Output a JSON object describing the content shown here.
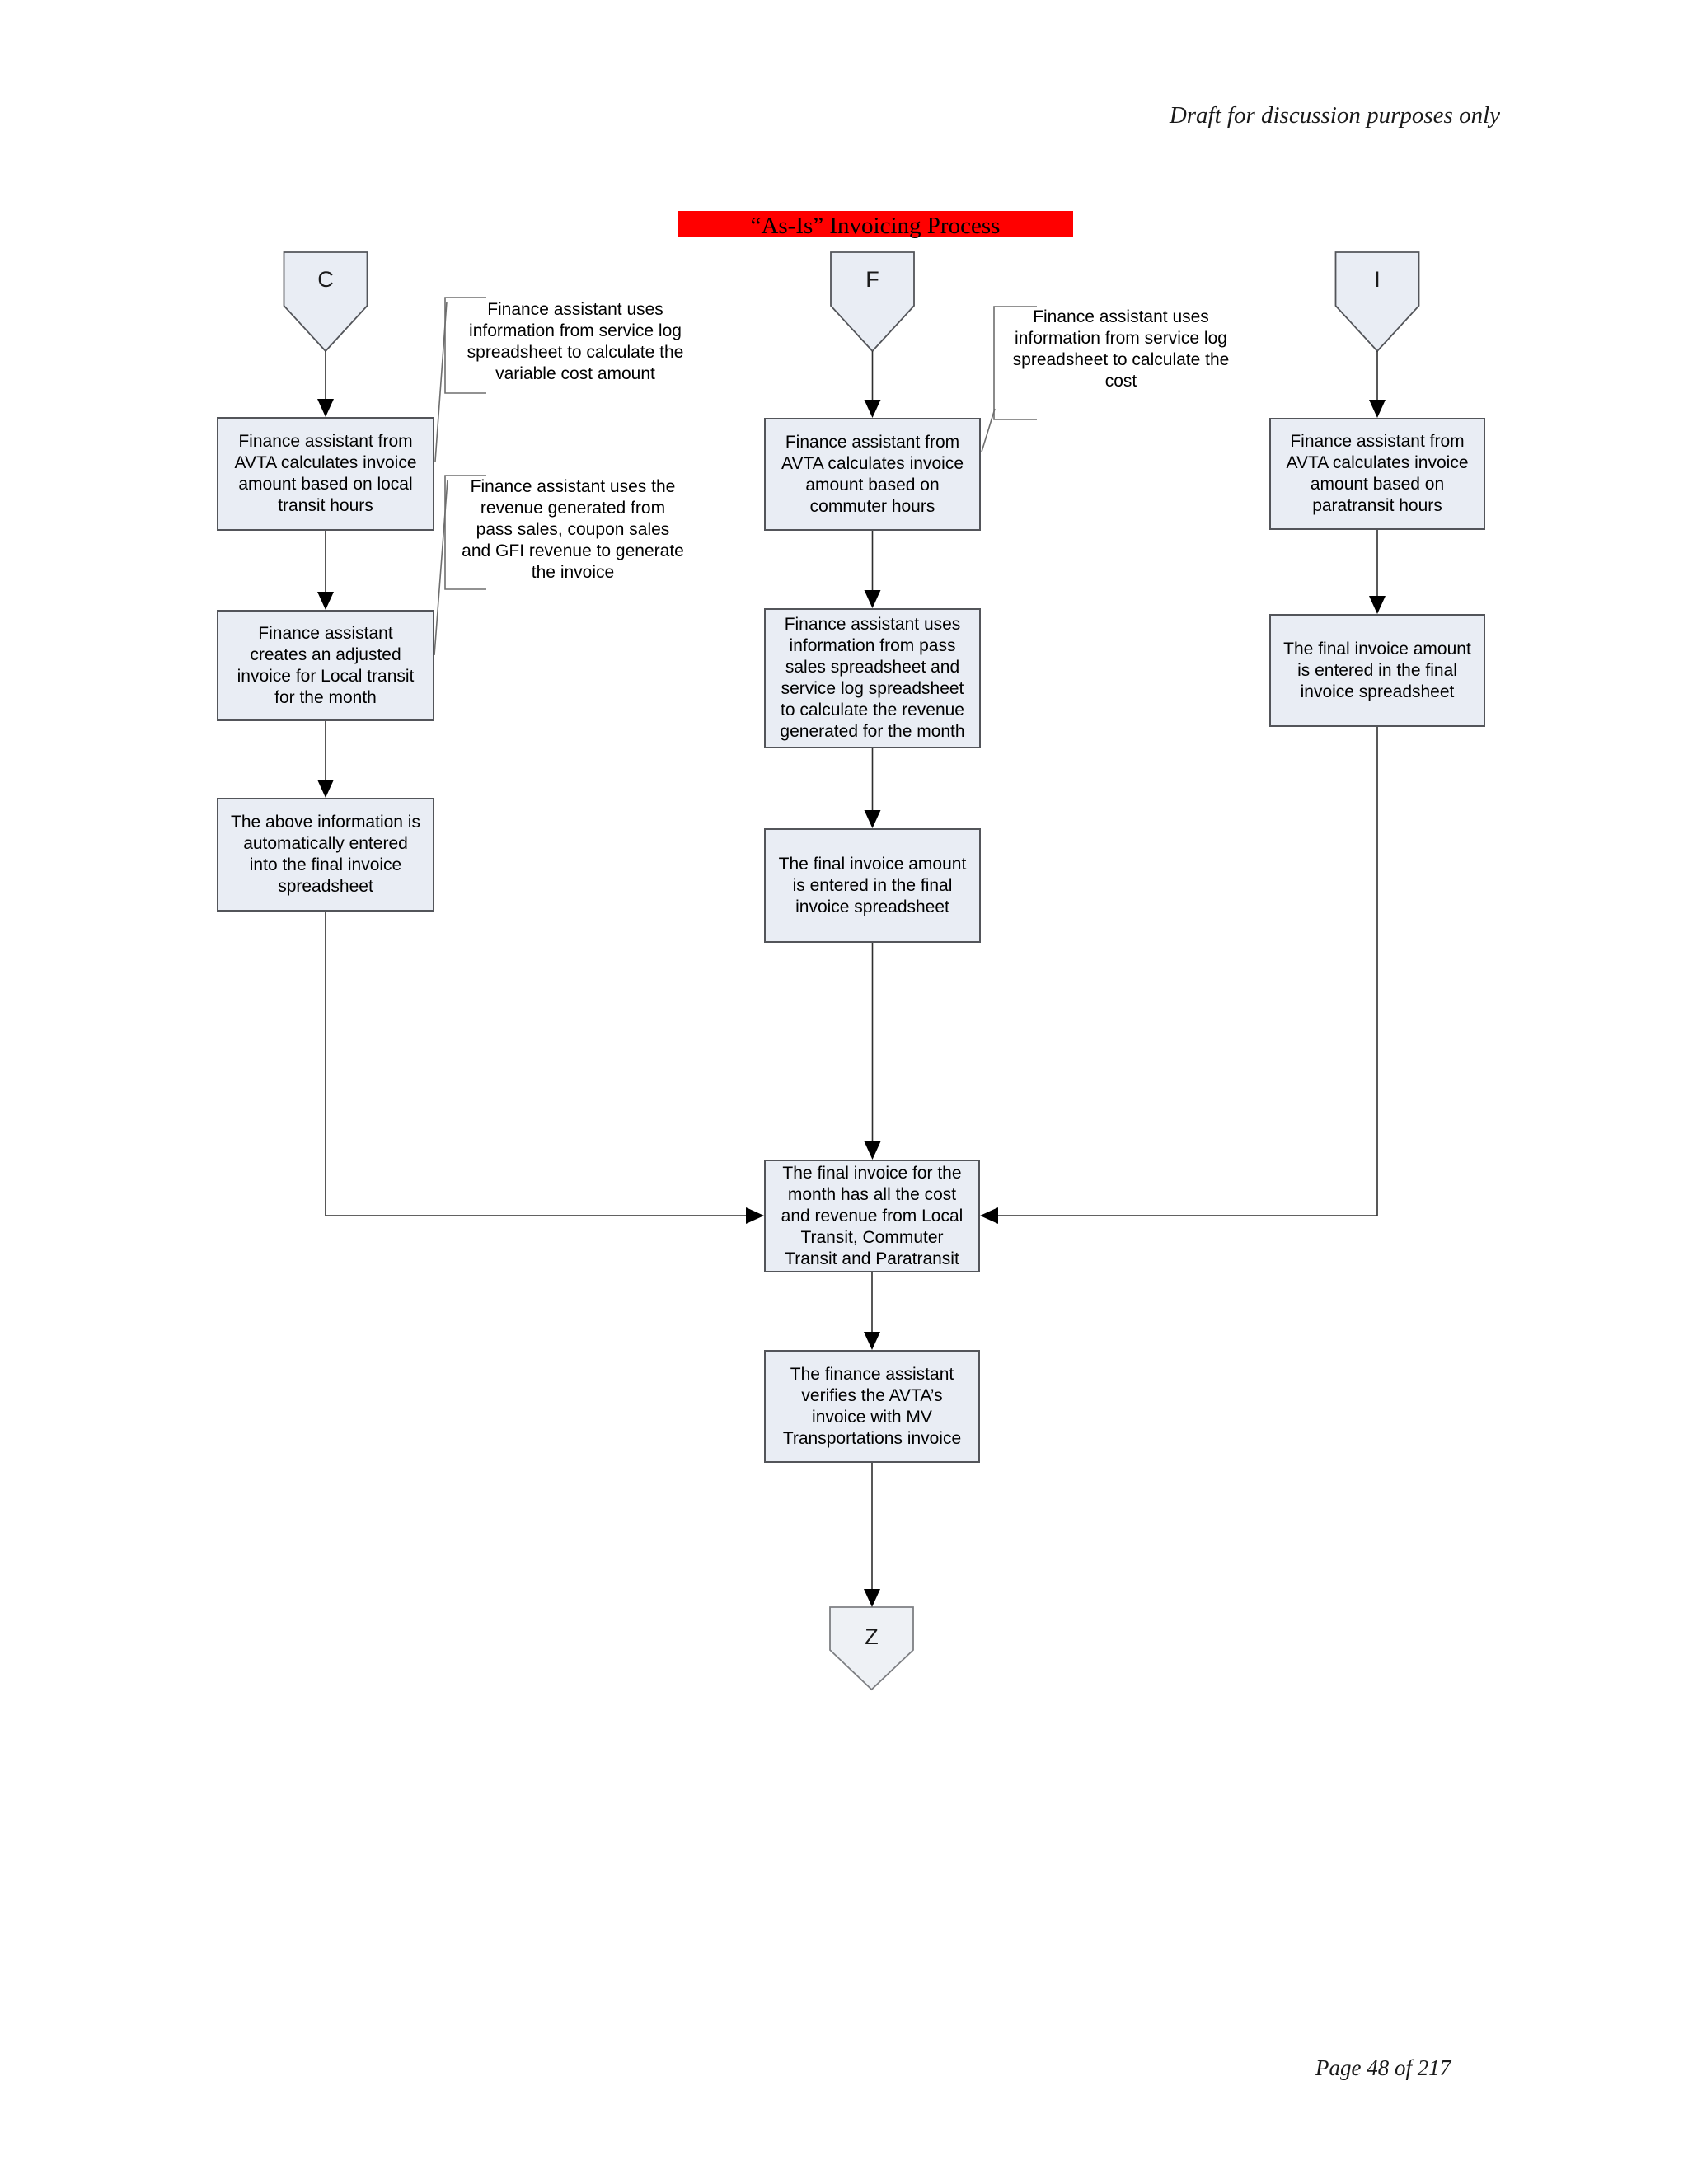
{
  "page": {
    "header_note": "Draft for discussion purposes only",
    "title": "“As-Is” Invoicing Process",
    "footer_page_number": "Page 48 of 217"
  },
  "colors": {
    "title_highlight": "#ff0000",
    "node_fill": "#e9edf4",
    "node_border": "#53555a",
    "end_connector_fill": "#eef1f5",
    "flow_line": "#2e2e2e",
    "arrowhead": "#000000",
    "callout_line": "#6e6e6e"
  },
  "flowchart": {
    "connectors": {
      "c_label": "C",
      "f_label": "F",
      "i_label": "I",
      "z_label": "Z"
    },
    "local_transit_lane": {
      "step1": "Finance assistant from\nAVTA calculates invoice\namount based on local\ntransit hours",
      "step2": "Finance assistant\ncreates an adjusted\ninvoice for Local transit\nfor the month",
      "step3": "The above information is\nautomatically entered\ninto the final invoice\nspreadsheet"
    },
    "commuter_lane": {
      "step1": "Finance assistant from\nAVTA calculates invoice\namount based on\ncommuter hours",
      "step2": "Finance assistant uses\ninformation from pass\nsales spreadsheet and\nservice log spreadsheet\nto calculate the revenue\ngenerated for the month",
      "step3": "The final invoice amount\nis entered in the final\ninvoice spreadsheet"
    },
    "paratransit_lane": {
      "step1": "Finance assistant from\nAVTA calculates invoice\namount based on\nparatransit hours",
      "step2": "The final invoice amount\nis entered in the final\ninvoice spreadsheet"
    },
    "merge_step": "The final invoice for the\nmonth has all the cost\nand revenue from Local\nTransit, Commuter\nTransit and Paratransit",
    "verify_step": "The finance assistant\nverifies the AVTA’s\ninvoice with MV\nTransportations invoice",
    "annotations": {
      "variable_cost": "Finance assistant uses\ninformation from service log\nspreadsheet to calculate the\nvariable cost amount",
      "revenue_generate": "Finance assistant uses the\nrevenue generated from\npass sales, coupon sales\nand GFI revenue to generate\nthe invoice",
      "cost": "Finance assistant uses\ninformation from service log\nspreadsheet to calculate the\ncost"
    }
  }
}
